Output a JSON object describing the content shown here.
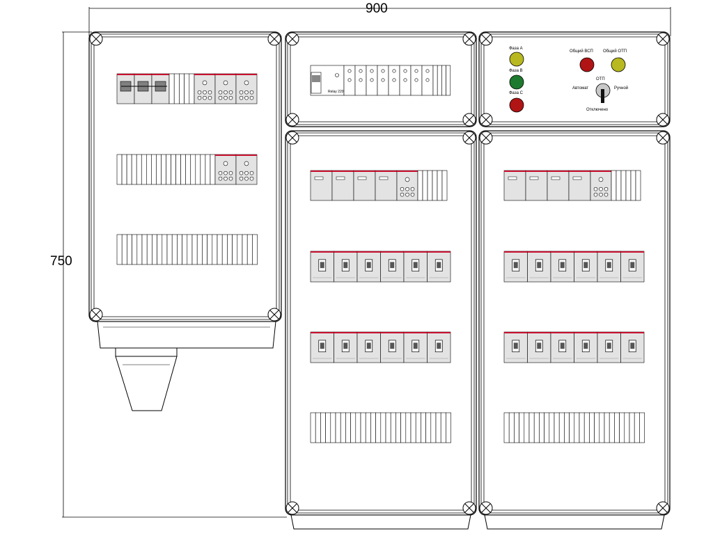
{
  "dimensions": {
    "width_label": "900",
    "height_label": "750"
  },
  "control_panel": {
    "phase_a": "Фаза А",
    "phase_b": "Фаза В",
    "phase_c": "Фаза С",
    "alarm_vs": "Общий ВСП",
    "alarm_common": "Общий ОТП",
    "switch_title": "ОТП",
    "mode_auto": "Автомат",
    "mode_manual": "Ручной",
    "mode_off": "Отключено"
  },
  "device_label": "Relay 220",
  "colors": {
    "line": "#000000",
    "breaker_body": "#e3e3e3",
    "breaker_stripe": "#c8102e",
    "handle": "#808080",
    "lamp_yellow": "#b8b820",
    "lamp_green": "#1e7a2e",
    "lamp_red": "#b01414"
  }
}
